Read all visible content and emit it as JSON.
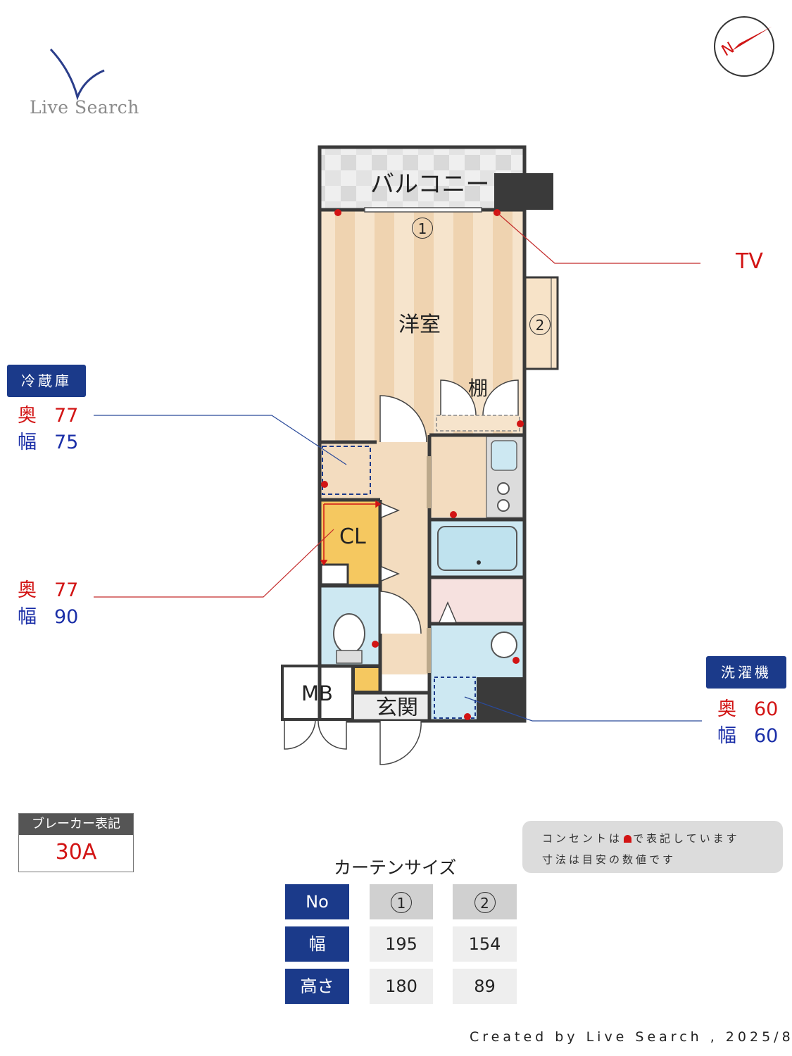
{
  "logo": {
    "text": "Live Search"
  },
  "compass": {
    "label": "N"
  },
  "rooms": {
    "balcony": "バルコニー",
    "western_room": "洋室",
    "shelf": "棚",
    "closet": "CL",
    "meter_box": "MB",
    "entrance": "玄関"
  },
  "window_markers": {
    "w1": "1",
    "w2": "2"
  },
  "callouts": {
    "tv": "TV",
    "fridge": {
      "title": "冷蔵庫",
      "depth_label": "奥",
      "depth": "77",
      "width_label": "幅",
      "width": "75"
    },
    "cl_space": {
      "depth_label": "奥",
      "depth": "77",
      "width_label": "幅",
      "width": "90"
    },
    "washer": {
      "title": "洗濯機",
      "depth_label": "奥",
      "depth": "60",
      "width_label": "幅",
      "width": "60"
    }
  },
  "breaker": {
    "title": "ブレーカー表記",
    "value": "30A"
  },
  "note": {
    "line1_a": "コンセントは",
    "line1_b": "で表記しています",
    "line2": "寸法は目安の数値です"
  },
  "curtain": {
    "title": "カーテンサイズ",
    "header": {
      "no": "No",
      "c1": "1",
      "c2": "2"
    },
    "rows": [
      {
        "label": "幅",
        "v1": "195",
        "v2": "154"
      },
      {
        "label": "高さ",
        "v1": "180",
        "v2": "89"
      }
    ]
  },
  "credit": "Created by Live Search , 2025/8",
  "colors": {
    "outlet": "#d21414",
    "accent_blue": "#1b3a8a",
    "wall": "#3a3a3a",
    "floor_wood": "#f3dcbf",
    "water": "#cde8f2"
  }
}
